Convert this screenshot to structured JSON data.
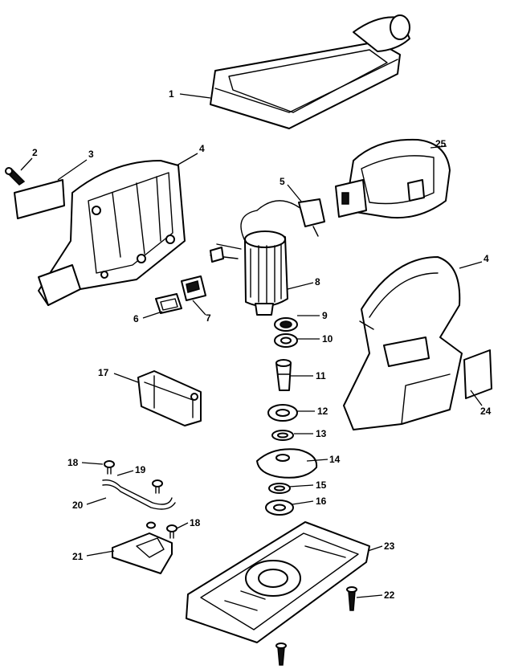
{
  "callouts": [
    {
      "id": "p1",
      "label": "1"
    },
    {
      "id": "p2",
      "label": "2"
    },
    {
      "id": "p3",
      "label": "3"
    },
    {
      "id": "p4a",
      "label": "4"
    },
    {
      "id": "p4b",
      "label": "4"
    },
    {
      "id": "p5",
      "label": "5"
    },
    {
      "id": "p6",
      "label": "6"
    },
    {
      "id": "p7",
      "label": "7"
    },
    {
      "id": "p8",
      "label": "8"
    },
    {
      "id": "p9",
      "label": "9"
    },
    {
      "id": "p10",
      "label": "10"
    },
    {
      "id": "p11",
      "label": "11"
    },
    {
      "id": "p12",
      "label": "12"
    },
    {
      "id": "p13",
      "label": "13"
    },
    {
      "id": "p14",
      "label": "14"
    },
    {
      "id": "p15",
      "label": "15"
    },
    {
      "id": "p16",
      "label": "16"
    },
    {
      "id": "p17",
      "label": "17"
    },
    {
      "id": "p18a",
      "label": "18"
    },
    {
      "id": "p18b",
      "label": "18"
    },
    {
      "id": "p19",
      "label": "19"
    },
    {
      "id": "p20",
      "label": "20"
    },
    {
      "id": "p21",
      "label": "21"
    },
    {
      "id": "p22",
      "label": "22"
    },
    {
      "id": "p23",
      "label": "23"
    },
    {
      "id": "p24",
      "label": "24"
    },
    {
      "id": "p25",
      "label": "25"
    }
  ]
}
